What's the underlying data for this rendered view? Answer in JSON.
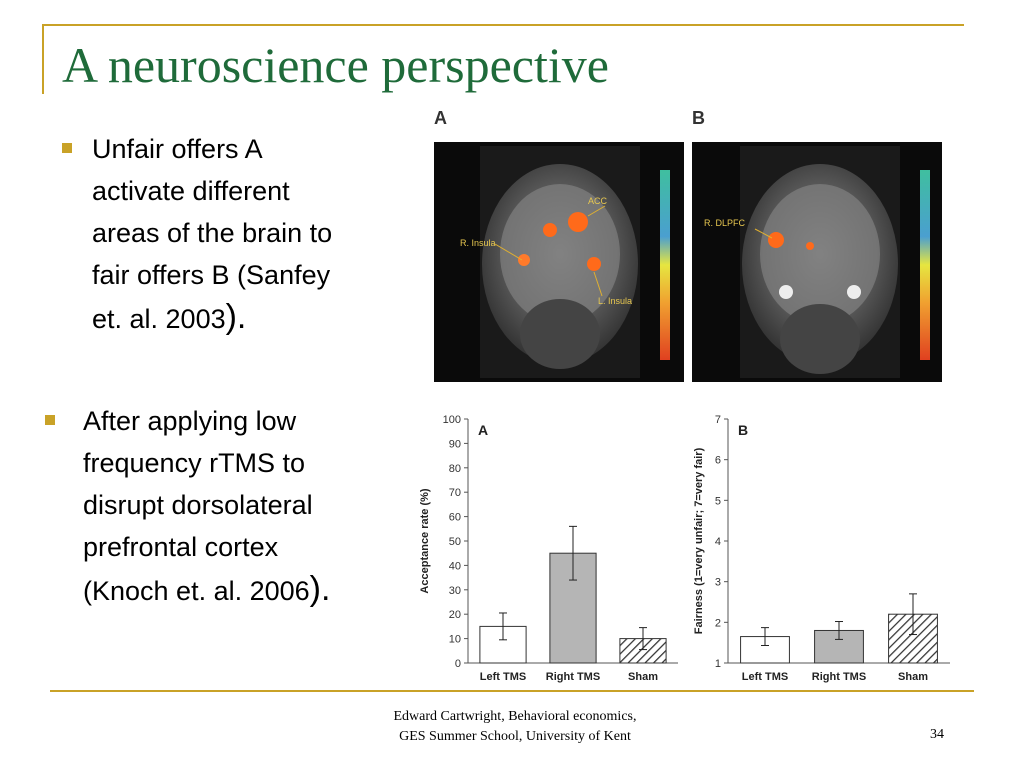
{
  "title": "A neuroscience perspective",
  "bullets": [
    {
      "lines": [
        "Unfair offers A",
        "activate different",
        "areas of the brain to",
        "fair offers B (Sanfey"
      ],
      "last_line": "et. al. 2003",
      "closing": ")."
    },
    {
      "lines": [
        "After applying low",
        "frequency rTMS to",
        "disrupt dorsolateral",
        "prefrontal cortex"
      ],
      "last_line": "(Knoch et. al. 2006",
      "closing": ")."
    }
  ],
  "brain_figure": {
    "panel_a": {
      "letter": "A",
      "labels": [
        "ACC",
        "R. Insula",
        "L. Insula"
      ]
    },
    "panel_b": {
      "letter": "B",
      "labels": [
        "R. DLPFC"
      ]
    }
  },
  "chart_data": [
    {
      "type": "bar",
      "panel_label": "A",
      "categories": [
        "Left TMS",
        "Right TMS",
        "Sham"
      ],
      "values": [
        15,
        45,
        10
      ],
      "error": [
        5.5,
        11,
        4.5
      ],
      "ylabel": "Acceptance rate (%)",
      "ylim": [
        0,
        100
      ],
      "yticks": [
        0,
        10,
        20,
        30,
        40,
        50,
        60,
        70,
        80,
        90,
        100
      ],
      "bar_styles": [
        "white",
        "gray",
        "hatched"
      ]
    },
    {
      "type": "bar",
      "panel_label": "B",
      "categories": [
        "Left TMS",
        "Right TMS",
        "Sham"
      ],
      "values": [
        1.65,
        1.8,
        2.2
      ],
      "error": [
        0.22,
        0.22,
        0.5
      ],
      "ylabel": "Fairness (1=very unfair; 7=very fair)",
      "ylim": [
        1,
        7
      ],
      "yticks": [
        1,
        2,
        3,
        4,
        5,
        6,
        7
      ],
      "bar_styles": [
        "white",
        "gray",
        "hatched"
      ]
    }
  ],
  "footer": {
    "line1": "Edward Cartwright, Behavioral economics,",
    "line2": "GES Summer School, University of Kent"
  },
  "page_number": "34",
  "colors": {
    "accent": "#c9a227",
    "title": "#1f6b3a"
  }
}
